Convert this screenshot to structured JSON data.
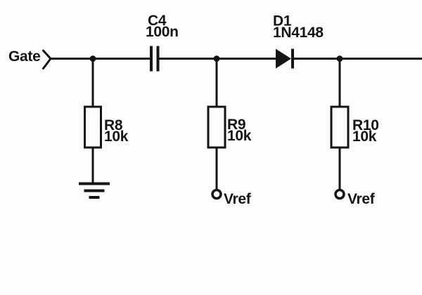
{
  "colors": {
    "line": "#151515",
    "text": "#151515",
    "background": "#fdfdfd"
  },
  "schematic": {
    "input_label": "Gate",
    "components": {
      "c4": {
        "designator": "C4",
        "value": "100n"
      },
      "d1": {
        "designator": "D1",
        "value": "1N4148"
      },
      "r8": {
        "designator": "R8",
        "value": "10k"
      },
      "r9": {
        "designator": "R9",
        "value": "10k"
      },
      "r10": {
        "designator": "R10",
        "value": "10k"
      },
      "vref_left": {
        "label": "Vref"
      },
      "vref_right": {
        "label": "Vref"
      }
    }
  }
}
